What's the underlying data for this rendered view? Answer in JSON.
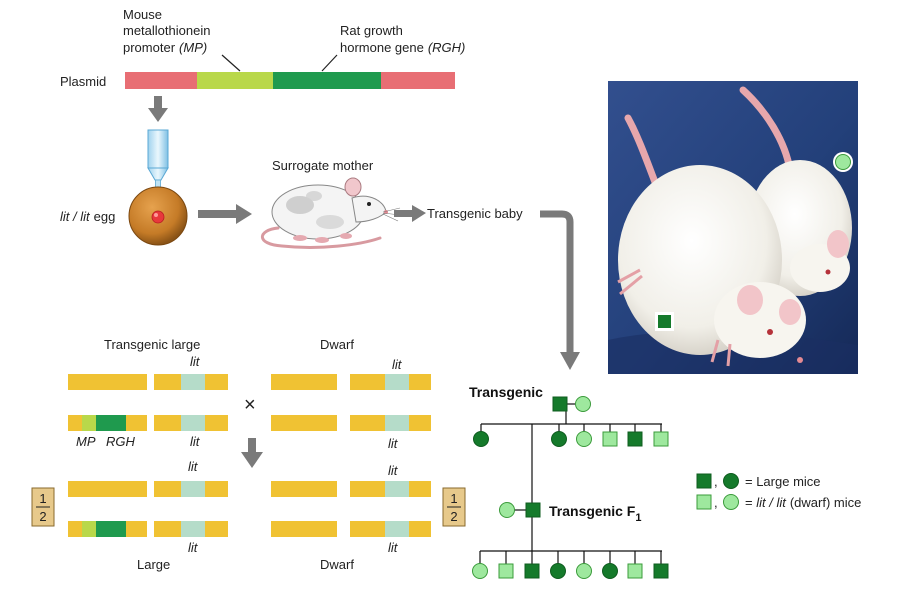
{
  "plasmid": {
    "label": "Plasmid",
    "promoter_line1": "Mouse",
    "promoter_line2": "metallothionein",
    "promoter_line3": "promoter",
    "promoter_abbr": "(MP)",
    "gene_line1": "Rat growth",
    "gene_line2": "hormone gene",
    "gene_abbr": "(RGH)"
  },
  "steps": {
    "egg_genotype": "lit / lit",
    "egg_word": "egg",
    "surrogate": "Surrogate mother",
    "baby": "Transgenic baby"
  },
  "cross": {
    "parent1_title": "Transgenic large",
    "parent2_title": "Dwarf",
    "lit": "lit",
    "mp": "MP",
    "rgh": "RGH",
    "cross_symbol": "×",
    "fraction_num": "1",
    "fraction_den": "2",
    "offspring1": "Large",
    "offspring2": "Dwarf"
  },
  "pedigree": {
    "gen1_label": "Transgenic",
    "gen2_label": "Transgenic F",
    "gen2_sub": "1"
  },
  "legend": {
    "separator": ",",
    "large": "= Large mice",
    "dwarf_geno": "lit / lit",
    "dwarf_suffix": "(dwarf) mice"
  },
  "colors": {
    "chrom_yellow": "#f0c233",
    "lit_band": "#b5dcc9",
    "mp_green": "#b9d84a",
    "rgh_green": "#1f9a4e",
    "plasmid_red": "#e86e74",
    "large_fill": "#157a2b",
    "dwarf_fill": "#9ee89e",
    "fraction_box": "#e7c98b",
    "arrow_gray": "#7a7a7a"
  }
}
